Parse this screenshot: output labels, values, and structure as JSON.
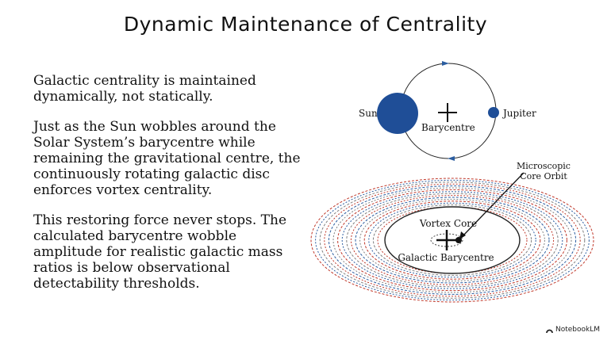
{
  "title": "Dynamic Maintenance of Centrality",
  "paragraphs": [
    "Galactic centrality is maintained dynamically, not statically.",
    "Just as the Sun wobbles around the Solar System’s barycentre while remaining the gravitational centre, the continuously rotating galactic disc enforces vortex centrality.",
    "This restoring force never stops. The calculated barycentre wobble amplitude for realistic galactic mass ratios is below observational detectability thresholds."
  ],
  "solar": {
    "sun_label": "Sun",
    "barycentre_label": "Barycentre",
    "jupiter_label": "Jupiter",
    "body_color": "#1f4e97"
  },
  "galaxy": {
    "micro_label_line1": "Microscopic",
    "micro_label_line2": "Core Orbit",
    "core_label": "Vortex Core",
    "barycentre_label": "Galactic Barycentre",
    "ring_colors": [
      "#c0392b",
      "#2b5da0",
      "#808080"
    ]
  },
  "brand": "NotebookLM"
}
